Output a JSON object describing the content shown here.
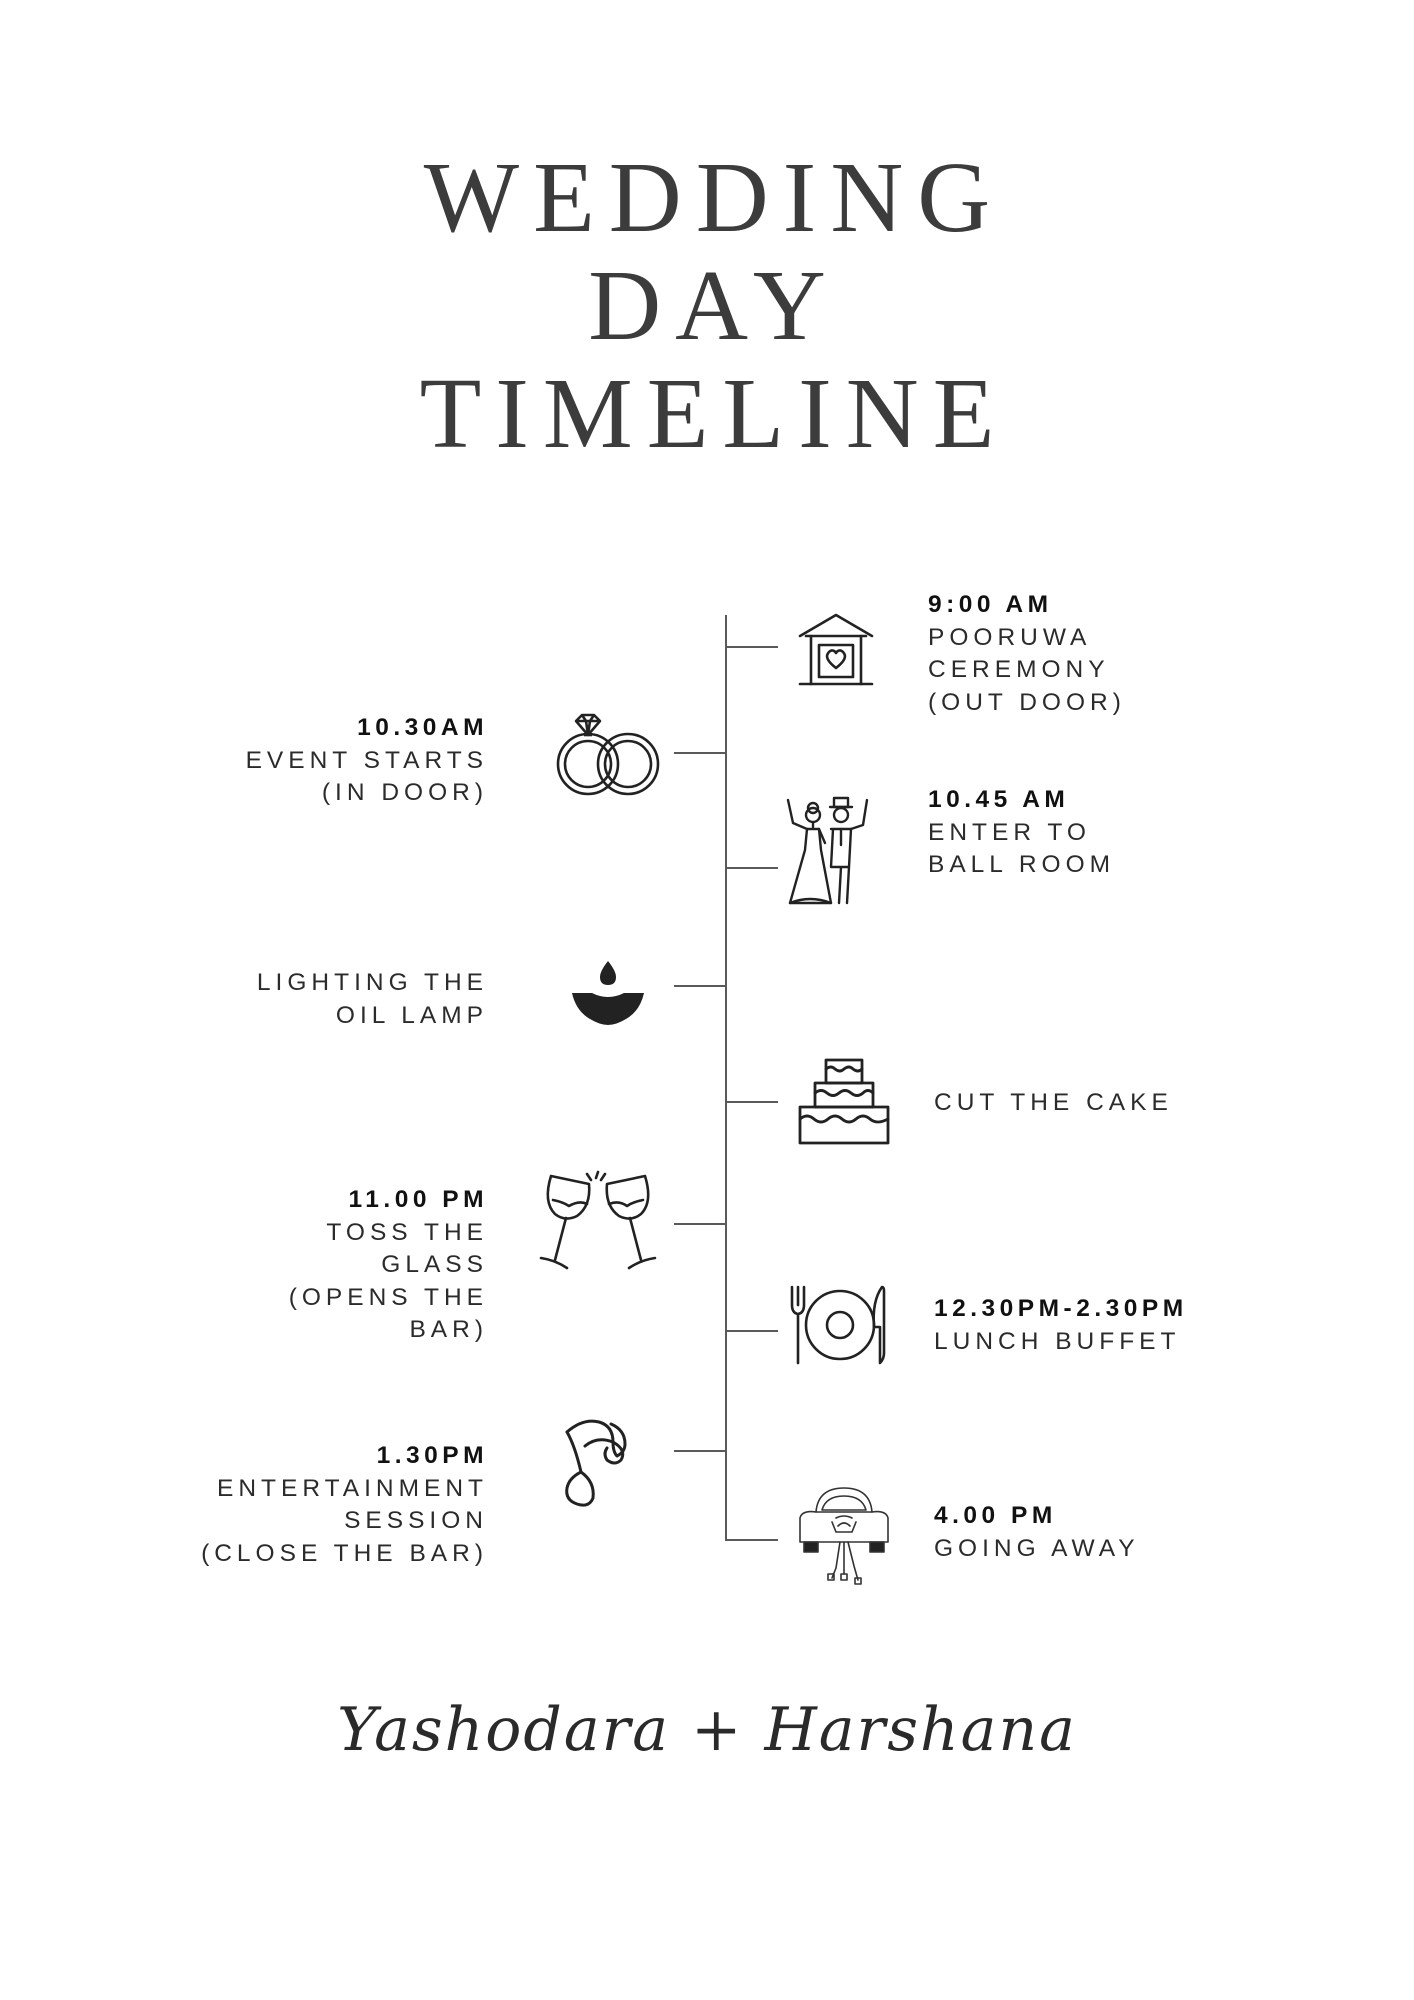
{
  "title": {
    "lines": [
      "WEDDING",
      "DAY",
      "TIMELINE"
    ]
  },
  "events": {
    "pooruwa": {
      "time": "9:00 AM",
      "lines": [
        "POORUWA",
        "CEREMONY",
        "(OUT DOOR)"
      ],
      "icon": "pavilion-heart-icon"
    },
    "event_starts": {
      "time": "10.30AM",
      "lines": [
        "EVENT STARTS",
        "(IN DOOR)"
      ],
      "icon": "wedding-rings-icon"
    },
    "enter_ballroom": {
      "time": "10.45 AM",
      "lines": [
        "ENTER TO",
        "BALL ROOM"
      ],
      "icon": "bride-groom-icon"
    },
    "oil_lamp": {
      "lines": [
        "LIGHTING THE",
        "OIL LAMP"
      ],
      "icon": "oil-lamp-icon"
    },
    "cake": {
      "lines": [
        "CUT THE CAKE"
      ],
      "icon": "wedding-cake-icon"
    },
    "toss_glass": {
      "time": "11.00 PM",
      "lines": [
        "TOSS THE",
        "GLASS",
        "(OPENS THE",
        "BAR)"
      ],
      "icon": "toasting-glasses-icon"
    },
    "lunch": {
      "time": "12.30PM-2.30PM",
      "lines": [
        "LUNCH BUFFET"
      ],
      "icon": "plate-cutlery-icon"
    },
    "entertainment": {
      "time": "1.30PM",
      "lines": [
        "ENTERTAINMENT",
        "SESSION",
        "(CLOSE THE BAR)"
      ],
      "icon": "music-note-icon"
    },
    "going_away": {
      "time": "4.00 PM",
      "lines": [
        "GOING AWAY"
      ],
      "icon": "wedding-car-icon"
    }
  },
  "signature": "Yashodara + Harshana"
}
